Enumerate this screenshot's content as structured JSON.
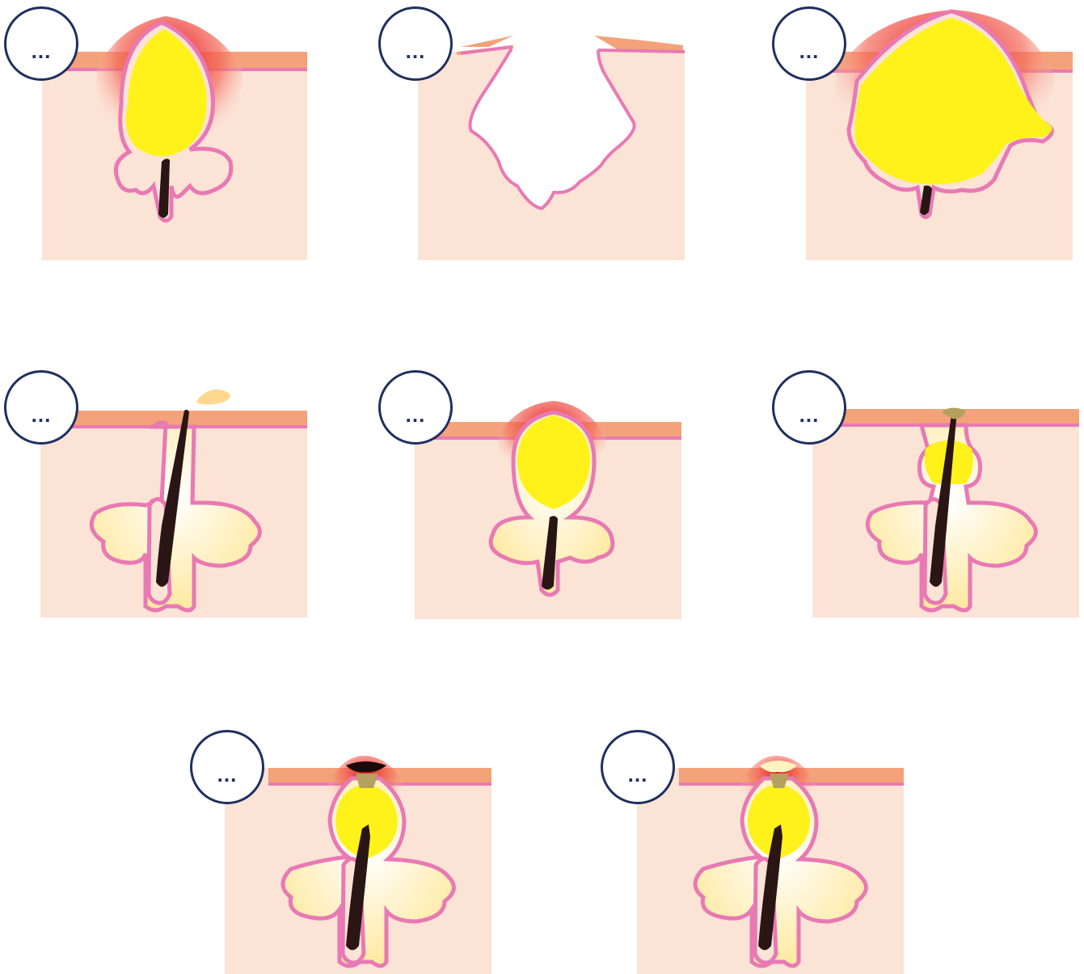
{
  "colors": {
    "skin": "#fbe3d6",
    "epidermis": "#f3a27a",
    "follicle_line": "#e879b4",
    "pus": "#fff21a",
    "inflammation": "#e8101a",
    "sebum": "#fff4c0",
    "hair": "#2a1515",
    "badge_border": "#1f2f5e"
  },
  "panels": [
    {
      "id": "panel-1",
      "badge": "...",
      "stage": "papule-large",
      "icon": "pustule-icon"
    },
    {
      "id": "panel-2",
      "badge": "...",
      "stage": "scar-crater",
      "icon": "crater-icon"
    },
    {
      "id": "panel-3",
      "badge": "...",
      "stage": "cyst",
      "icon": "cyst-icon"
    },
    {
      "id": "panel-4",
      "badge": "...",
      "stage": "normal-follicle",
      "icon": "follicle-icon"
    },
    {
      "id": "panel-5",
      "badge": "...",
      "stage": "pustule",
      "icon": "pustule-icon"
    },
    {
      "id": "panel-6",
      "badge": "...",
      "stage": "microcomedone",
      "icon": "comedone-icon"
    },
    {
      "id": "panel-7",
      "badge": "...",
      "stage": "blackhead",
      "icon": "blackhead-icon"
    },
    {
      "id": "panel-8",
      "badge": "...",
      "stage": "whitehead",
      "icon": "whitehead-icon"
    }
  ]
}
